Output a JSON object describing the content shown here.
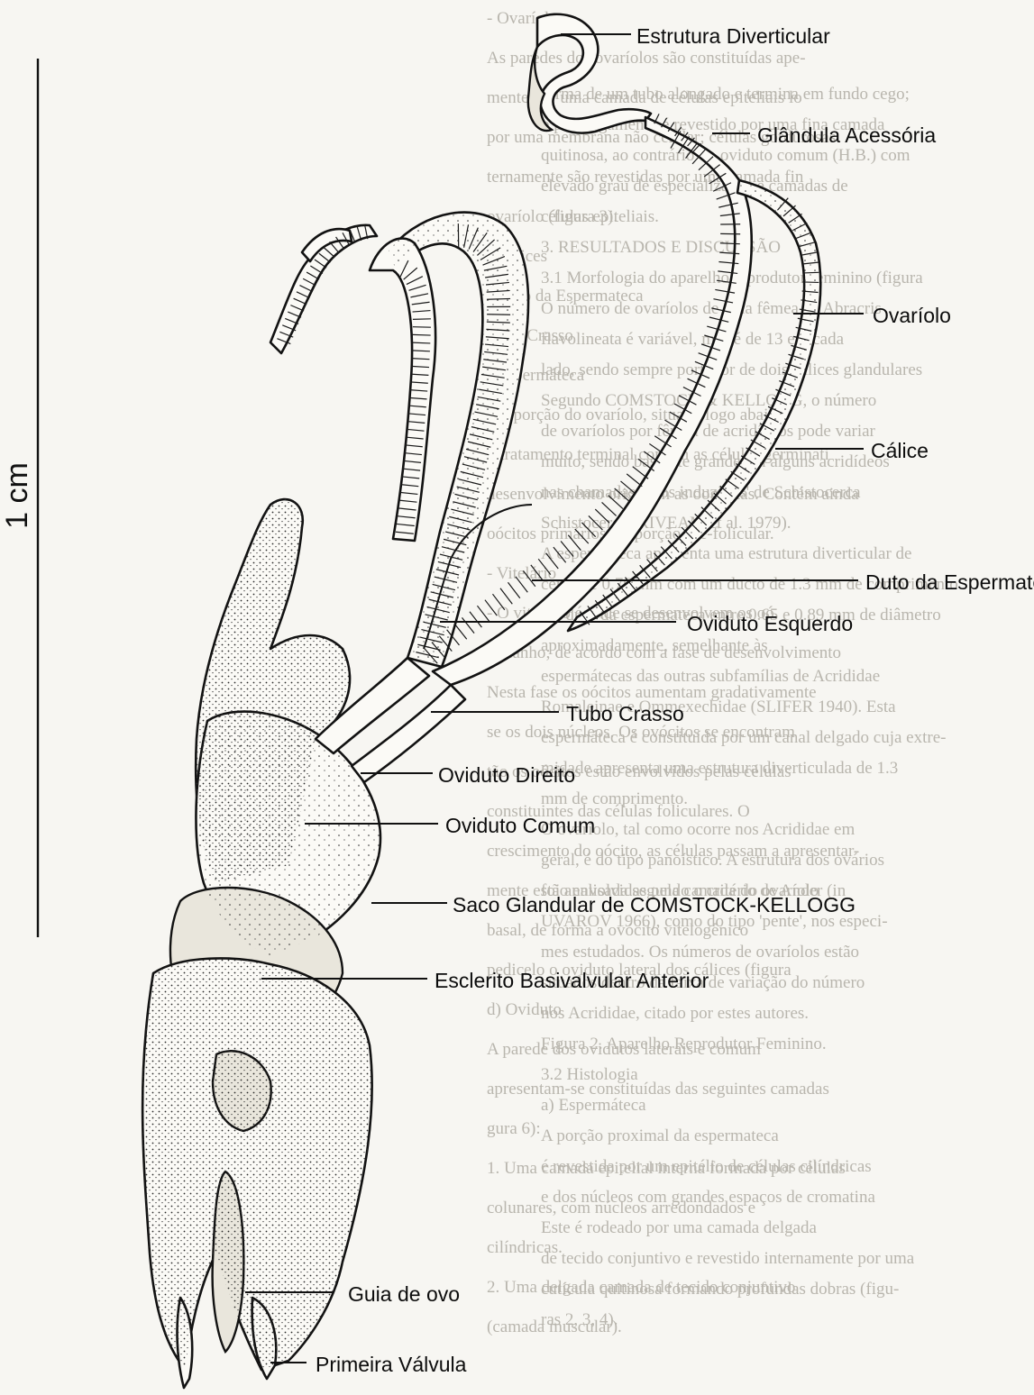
{
  "scale_bar": {
    "label": "1 cm"
  },
  "labels": [
    {
      "id": "estrutura",
      "text": "Estrutura Diverticular"
    },
    {
      "id": "glandula",
      "text": "Glândula Acessória"
    },
    {
      "id": "ovariolo",
      "text": "Ovaríolo"
    },
    {
      "id": "calice",
      "text": "Cálice"
    },
    {
      "id": "duto",
      "text": "Duto da Espermateca"
    },
    {
      "id": "oviduto-esquerdo",
      "text": "Oviduto Esquerdo"
    },
    {
      "id": "tubo-crasso",
      "text": "Tubo Crasso"
    },
    {
      "id": "oviduto-direito",
      "text": "Oviduto Direito"
    },
    {
      "id": "oviduto-comum",
      "text": "Oviduto Comum"
    },
    {
      "id": "saco",
      "text": "Saco Glandular de COMSTOCK-KELLOGG"
    },
    {
      "id": "esclerito",
      "text": "Esclerito Basivalvular Anterior"
    },
    {
      "id": "guia",
      "text": "Guia de ovo"
    },
    {
      "id": "valvula",
      "text": "Primeira Válvula"
    }
  ],
  "background_text": {
    "left_column": [
      "- Ovaríolos",
      "As paredes dos ovaríolos são constituídas ape-",
      "mente por uma camada de células epiteliais lo",
      "por uma membrana não celular; células gordurosas",
      "ternamente são revestidas por uma camada fin",
      "ovaríolo (figura 3).",
      "- Cálices",
      "- Duto da Espermateca",
      "Tubo Crasso",
      "- Espermáteca",
      "É a porção do ovaríolo, situado logo abaixo",
      "o tratamento terminal contém as células germinati",
      "desenvolvimento originam as oogônias. Contém ainda",
      "oócitos primários e a porção pré-folicular.",
      "- Vitelário",
      "- O vitelário é onde se desenvolvem os oó",
      "tamanho; de acordo com a fase de desenvolvimento",
      "Nesta fase os oócitos aumentam gradativamente",
      "se os dois núcleos. Os ovócitos se encontram",
      "tão os oócitos estão envolvidos pelas células",
      "constituintes das células foliculares. O",
      "crescimento do oócito, as células passam a apresentar-",
      "mente estão envolvidas pela camada do ovaríolo",
      "basal, de forma a ovócito vitelogênico",
      "pedicelo o oviduto lateral dos cálices (figura",
      "d) Oviduto",
      "A parede dos ovidutos laterais e comum",
      "apresentam-se constituídas das seguintes camadas",
      "gura 6):",
      "1. Uma camada epitelial interna formada por células",
      "colunares, com núcleos arredondados e",
      "cilíndricas.",
      "2. Uma delgada camada de tecido conjuntivo",
      "(camada muscular)."
    ],
    "right_column": [
      "forma de um tubo alongado e termina em fundo cego;",
      "o prolongamento é revestido por uma fina camada",
      "quitinosa, ao contrário do oviduto comum (H.B.) com",
      "elevado grau de especialização e camadas de",
      "células epiteliais.",
      "3. RESULTADOS E DISCUSSÃO",
      "3.1 Morfologia do aparelho reprodutor feminino (figura",
      "O número de ovaríolos de uma fêmea de Abracris",
      "flavolineata é variável, mas é de 13 em cada",
      "lado, sendo sempre portador de dois cálices glandulares",
      "Segundo COMSTOCK & KELLOGG, o número",
      "de ovaríolos por fêmea de acridídeos pode variar",
      "muito, sendo bastante grande em alguns acridídeos",
      "nas chamadas 'ovos induzidos' de Schistocerca",
      "Schistocerca (RIVEAM et al. 1979).",
      "A espermáteca apresenta uma estrutura diverticular de",
      "cerca de 0.76 mm com um ducto de 1.3 mm de comprimento",
      "e o duto da espermateca entre 0.65 e 0.89 mm de diâmetro",
      "aproximadamente, semelhante às",
      "espermátecas das outras subfamílias de Acrididae",
      "Romaleinae e Ommexechidae (SLIFER 1940). Esta",
      "espermáteca é constituída por um canal delgado cuja extre-",
      "midade apresenta uma estrutura diverticulada de 1.3",
      "mm de comprimento.",
      "O ovaríolo, tal como ocorre nos Acrididae em",
      "geral, é do tipo panoístico. A estrutura dos ovários",
      "foi analisada segundo o critério de Ander (in",
      "UVAROV 1966), como do tipo 'pente', nos especi-",
      "mes estudados. Os números de ovaríolos estão",
      "situados dentro da faixa de variação do número",
      "nos Acrididae, citado por estes autores.",
      "Figura 2. Aparelho Reprodutor Feminino.",
      "3.2 Histologia",
      "a) Espermáteca",
      "A porção proximal da espermateca",
      "é revestida por um epitélio de células cilíndricas",
      "e dos núcleos com grandes espaços de cromatina",
      "Este é rodeado por uma camada delgada",
      "de tecido conjuntivo e revestido internamente por uma",
      "cutícula quitinosa formando profundas dobras (figu-",
      "ras 2, 3, 4)."
    ]
  }
}
